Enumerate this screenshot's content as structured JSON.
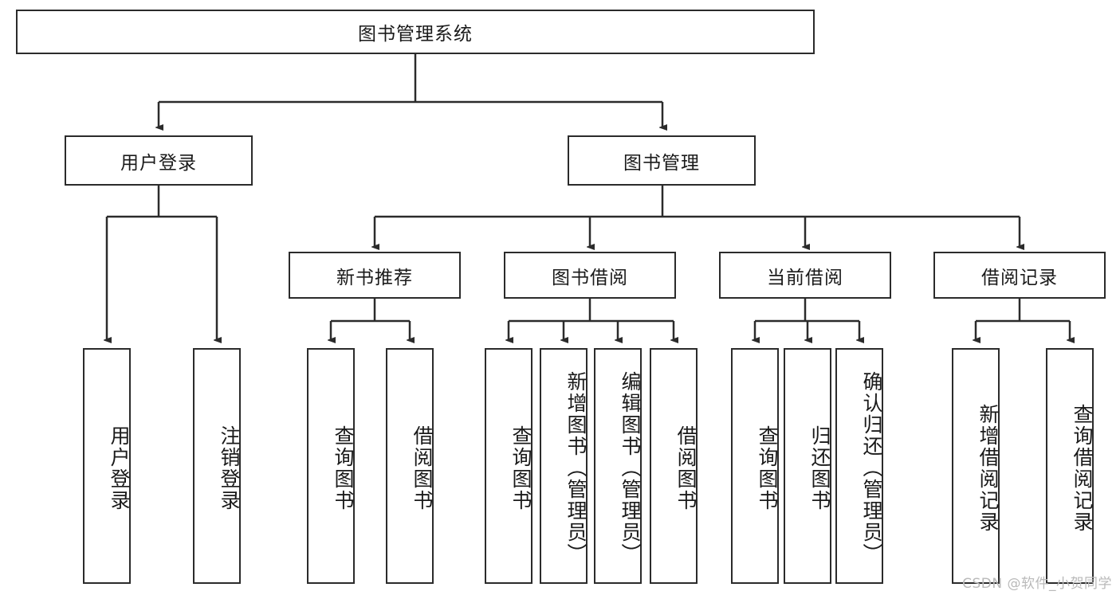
{
  "diagram": {
    "title": "图书管理系统",
    "watermark": "CSDN @软件_小贺同学",
    "colors": {
      "box_border": "#2b2b2b",
      "box_fill": "#ffffff",
      "edge": "#2b2b2b",
      "text": "#1a1a1a",
      "watermark": "#b9b9b9",
      "background": "#ffffff"
    },
    "root": {
      "label": "图书管理系统"
    },
    "level2": [
      {
        "label": "用户登录"
      },
      {
        "label": "图书管理"
      }
    ],
    "level3": [
      {
        "label": "新书推荐"
      },
      {
        "label": "图书借阅"
      },
      {
        "label": "当前借阅"
      },
      {
        "label": "借阅记录"
      }
    ],
    "leaves": {
      "user_login": [
        {
          "label": "用户登录"
        },
        {
          "label": "注销登录"
        }
      ],
      "new_book_recommend": [
        {
          "label": "查询图书"
        },
        {
          "label": "借阅图书"
        }
      ],
      "book_borrow": [
        {
          "label": "查询图书"
        },
        {
          "label": "新增图书（管理员）"
        },
        {
          "label": "编辑图书（管理员）"
        },
        {
          "label": "借阅图书"
        }
      ],
      "current_borrow": [
        {
          "label": "查询图书"
        },
        {
          "label": "归还图书"
        },
        {
          "label": "确认归还（管理员）"
        }
      ],
      "borrow_record": [
        {
          "label": "新增借阅记录"
        },
        {
          "label": "查询借阅记录"
        }
      ]
    }
  }
}
